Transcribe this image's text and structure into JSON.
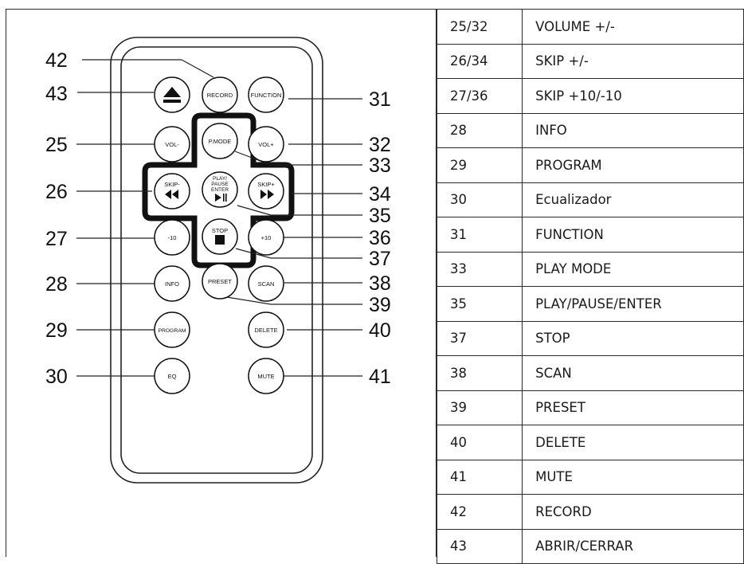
{
  "callouts": {
    "n42": "42",
    "n43": "43",
    "n25": "25",
    "n26": "26",
    "n27": "27",
    "n28": "28",
    "n29": "29",
    "n30": "30",
    "n31": "31",
    "n32": "32",
    "n33": "33",
    "n34": "34",
    "n35": "35",
    "n36": "36",
    "n37": "37",
    "n38": "38",
    "n39": "39",
    "n40": "40",
    "n41": "41"
  },
  "buttons": {
    "record": "RECORD",
    "function": "FUNCTION",
    "vol_minus": "VOL-",
    "pmode": "P.MODE",
    "vol_plus": "VOL+",
    "skip_minus": "SKIP-",
    "play_pause_enter_l1": "PLAY/",
    "play_pause_enter_l2": "PAUSE",
    "play_pause_enter_l3": "ENTER",
    "skip_plus": "SKIP+",
    "minus10": "-10",
    "stop": "STOP",
    "plus10": "+10",
    "info": "INFO",
    "preset": "PRESET",
    "scan": "SCAN",
    "program": "PROGRAM",
    "delete": "DELETE",
    "eq": "EQ",
    "mute": "MUTE"
  },
  "legend": [
    {
      "num": "25/32",
      "label": "VOLUME +/-"
    },
    {
      "num": "26/34",
      "label": "SKIP +/-"
    },
    {
      "num": "27/36",
      "label": "SKIP +10/-10"
    },
    {
      "num": "28",
      "label": "INFO"
    },
    {
      "num": "29",
      "label": "PROGRAM"
    },
    {
      "num": "30",
      "label": "Ecualizador"
    },
    {
      "num": "31",
      "label": "FUNCTION"
    },
    {
      "num": "33",
      "label": "PLAY MODE"
    },
    {
      "num": "35",
      "label": "PLAY/PAUSE/ENTER"
    },
    {
      "num": "37",
      "label": "STOP"
    },
    {
      "num": "38",
      "label": "SCAN"
    },
    {
      "num": "39",
      "label": "PRESET"
    },
    {
      "num": "40",
      "label": "DELETE"
    },
    {
      "num": "41",
      "label": "MUTE"
    },
    {
      "num": "42",
      "label": "RECORD"
    },
    {
      "num": "43",
      "label": "ABRIR/CERRAR"
    }
  ]
}
